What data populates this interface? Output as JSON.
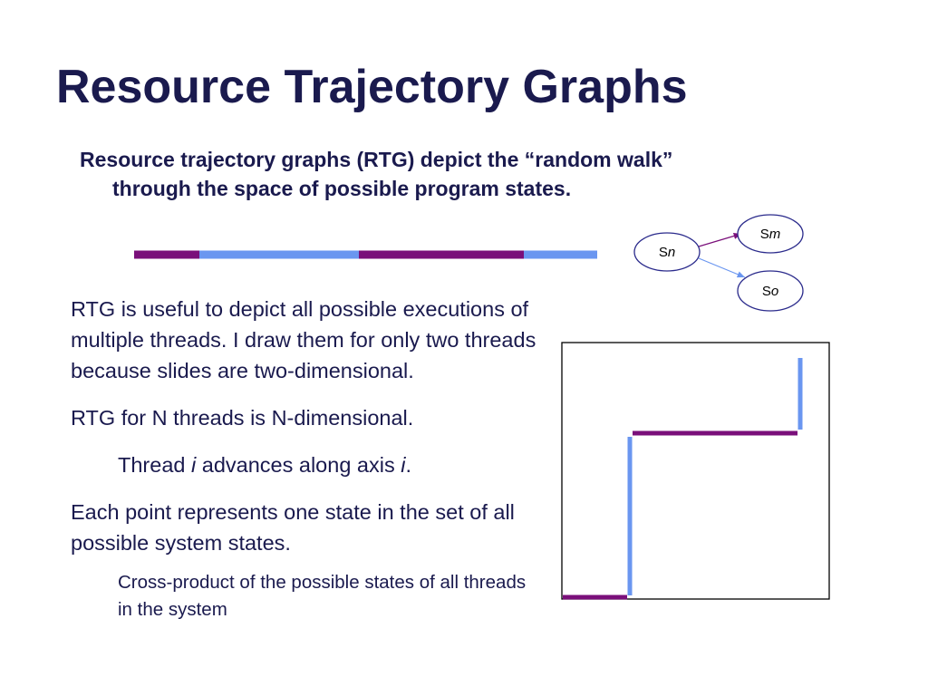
{
  "slide": {
    "title": "Resource Trajectory Graphs",
    "intro": {
      "line1_pre": "Resource trajectory graphs (RTG) depict the ",
      "quote_open": "“",
      "quoted": "random walk",
      "quote_close": "”",
      "line2": "through the space of possible program states."
    },
    "bullets": [
      {
        "text": "RTG is useful to depict all possible executions of multiple threads.  I draw them for only two threads because slides are two-dimensional."
      },
      {
        "text": "RTG for N threads is N-dimensional."
      },
      {
        "pre": "Thread ",
        "i1": "i",
        "mid": " advances along axis ",
        "i2": "i",
        "post": "."
      },
      {
        "text": "Each point represents one state in the set of all possible system states."
      },
      {
        "text": "Cross-product of the possible states of all threads in the system"
      }
    ]
  },
  "diagram": {
    "nodes": [
      {
        "id": "n",
        "base": "S",
        "sub": "n"
      },
      {
        "id": "m",
        "base": "S",
        "sub": "m"
      },
      {
        "id": "o",
        "base": "S",
        "sub": "o"
      }
    ]
  },
  "colors": {
    "text": "#1a1a4e",
    "purple": "#7a0f7a",
    "blue": "#6a96f0",
    "node_stroke": "#2b2b8c"
  }
}
